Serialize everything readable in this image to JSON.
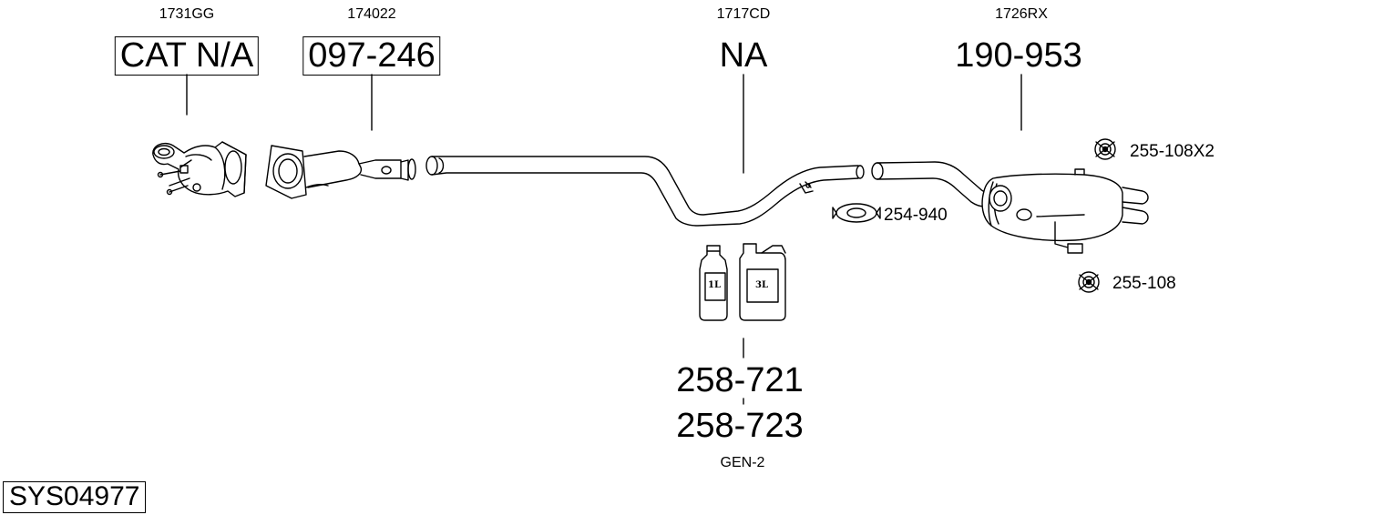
{
  "parts": [
    {
      "oem": "1731GG",
      "part_number": "CAT N/A"
    },
    {
      "oem": "174022",
      "part_number": "097-246"
    },
    {
      "oem": "1717CD",
      "part_number": "NA"
    },
    {
      "oem": "1726RX",
      "part_number": "190-953"
    }
  ],
  "accessories": {
    "rubber_mount_pair": "255-108X2",
    "clamp": "254-940",
    "rubber_mount": "255-108"
  },
  "fluids": {
    "bottle_small_label": "1L",
    "bottle_large_label": "3L",
    "part_number_1": "258-721",
    "part_number_2": "258-723",
    "generation": "GEN-2"
  },
  "system_id": "SYS04977"
}
